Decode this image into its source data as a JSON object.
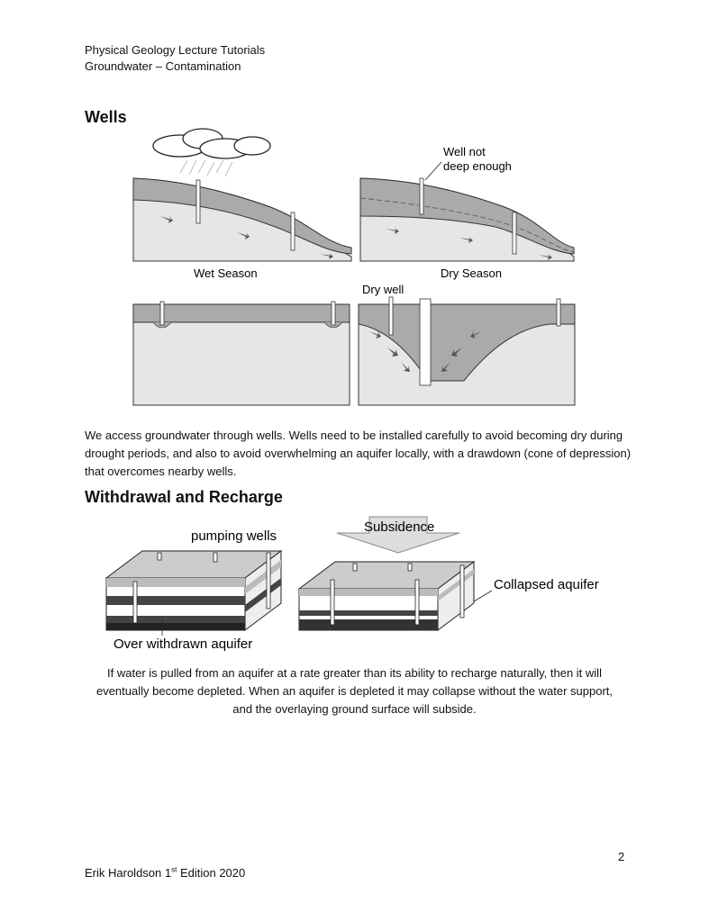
{
  "header": {
    "line1": "Physical Geology Lecture Tutorials",
    "line2": "Groundwater – Contamination"
  },
  "wells": {
    "title": "Wells",
    "figure": {
      "label_wet": "Wet Season",
      "label_dry": "Dry Season",
      "label_not_deep": [
        "Well not",
        "deep enough"
      ],
      "label_dry_well": "Dry well"
    },
    "paragraph": "We access groundwater through wells. Wells need to be installed carefully to avoid becoming dry during drought periods, and also to avoid overwhelming an aquifer locally, with a drawdown (cone of depression) that overcomes nearby wells."
  },
  "withdrawal": {
    "title": "Withdrawal and Recharge",
    "figure": {
      "label_pumping": "pumping wells",
      "label_subsidence": "Subsidence",
      "label_collapsed": "Collapsed aquifer",
      "label_over": "Over withdrawn aquifer"
    },
    "paragraph_lines": [
      "If water is pulled from an aquifer at a rate greater than its ability to recharge naturally, then it will",
      "eventually become depleted. When an aquifer is depleted it may collapse without the water support,",
      "and the overlaying ground surface will subside."
    ]
  },
  "footer": {
    "page_number": "2",
    "author": "Erik Haroldson 1",
    "sup": "st",
    "edition": " Edition 2020"
  }
}
